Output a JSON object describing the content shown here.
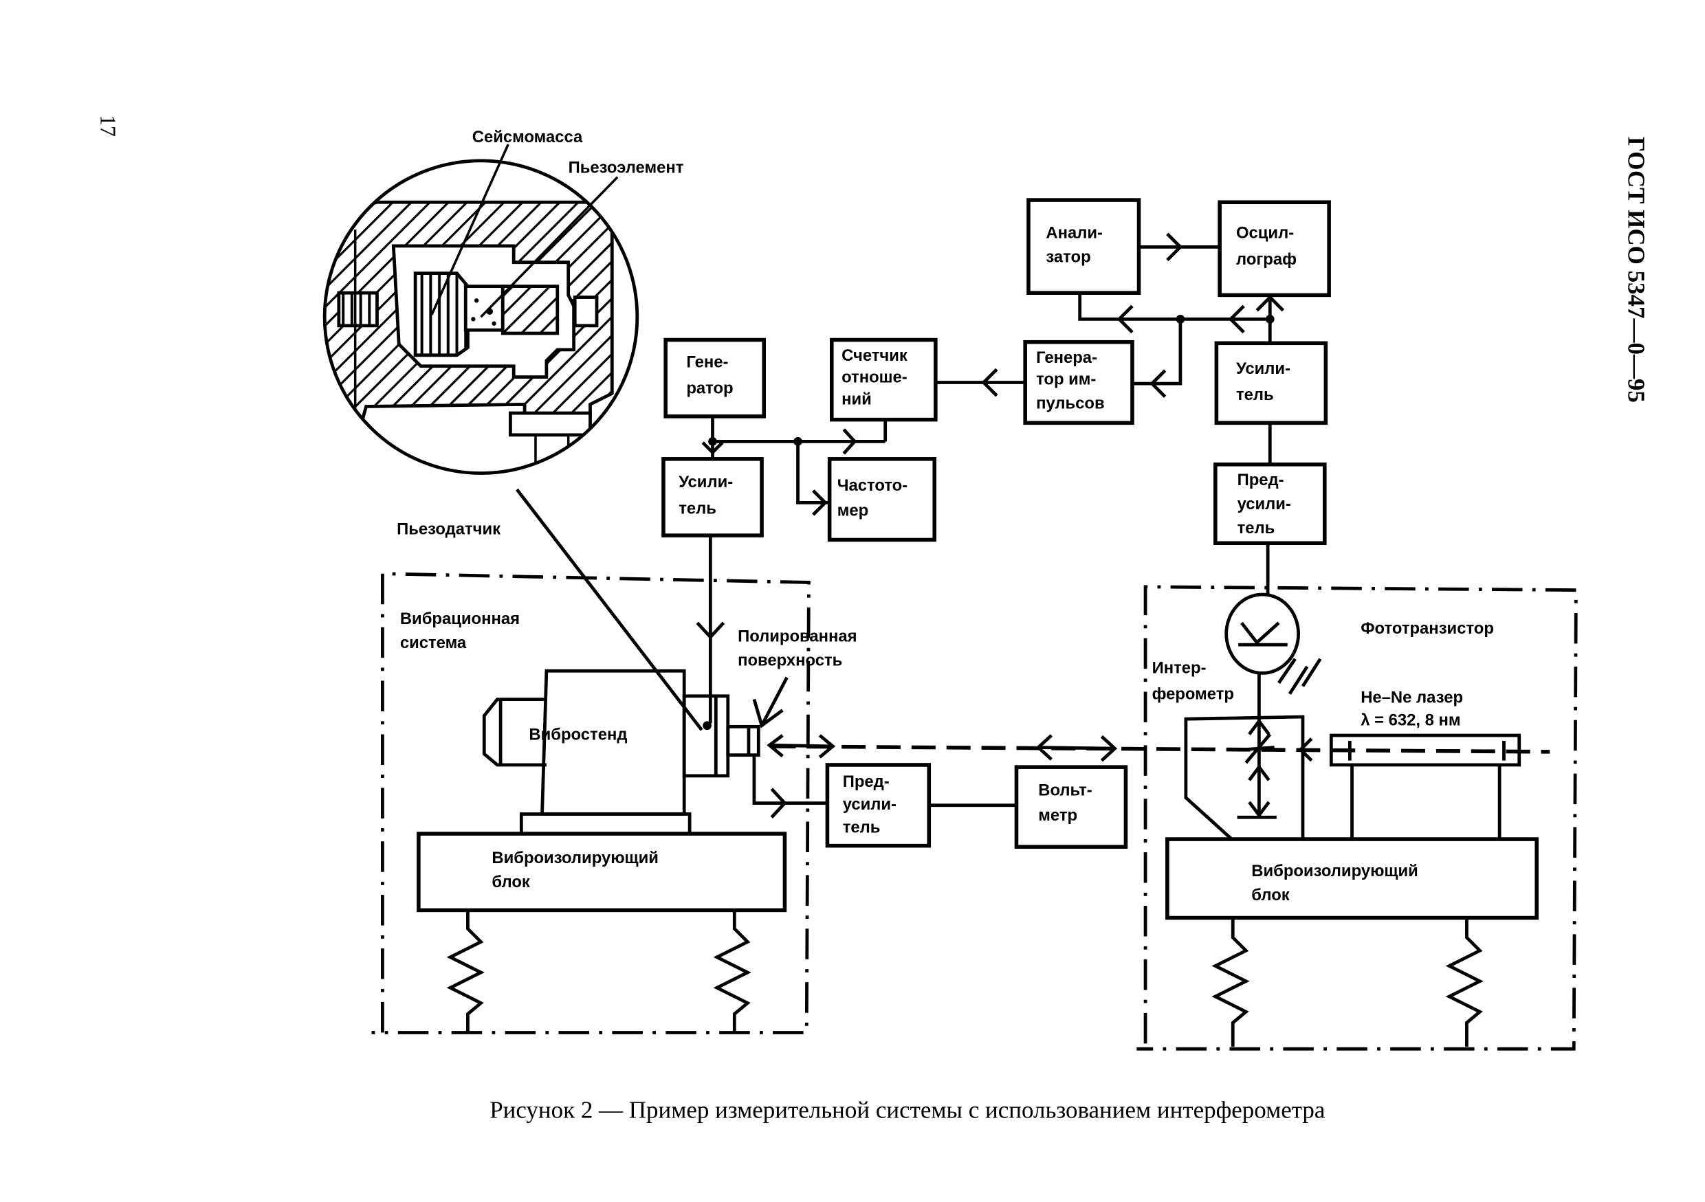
{
  "page": {
    "page_number": "17",
    "header": "ГОСТ ИСО 5347—0—95",
    "caption": "Рисунок 2 — Пример измерительной системы с использованием интерферометра"
  },
  "diagram": {
    "sensor_callouts": {
      "seismic_mass": "Сейсмомасса",
      "piezo_element": "Пьезоэлемент",
      "piezo_sensor": "Пьезодатчик"
    },
    "blocks": {
      "generator": [
        "Гене-",
        "ратор"
      ],
      "amplifier_left": [
        "Усили-",
        "тель"
      ],
      "ratio_counter": [
        "Счетчик",
        "отноше-",
        "ний"
      ],
      "frequency_meter": [
        "Частото-",
        "мер"
      ],
      "pulse_generator": [
        "Генера-",
        "тор им-",
        "пульсов"
      ],
      "analyzer": [
        "Анали-",
        "затор"
      ],
      "oscilloscope": [
        "Осцил-",
        "лограф"
      ],
      "amplifier_right": [
        "Усили-",
        "тель"
      ],
      "preamplifier_right": [
        "Пред-",
        "усили-",
        "тель"
      ],
      "preamplifier_mid": [
        "Пред-",
        "усили-",
        "тель"
      ],
      "voltmeter": [
        "Вольт-",
        "метр"
      ]
    },
    "labels": {
      "vibration_system": [
        "Вибрационная",
        "система"
      ],
      "polished_surface": [
        "Полированная",
        "поверхность"
      ],
      "shaker": "Вибростенд",
      "isolation_block_left": [
        "Виброизолирующий",
        "блок"
      ],
      "isolation_block_right": [
        "Виброизолирующий",
        "блок"
      ],
      "phototransistor": "Фототранзистор",
      "interferometer": [
        "Интер-",
        "ферометр"
      ],
      "laser": [
        "He–Ne лазер",
        "λ = 632, 8 нм"
      ]
    }
  }
}
